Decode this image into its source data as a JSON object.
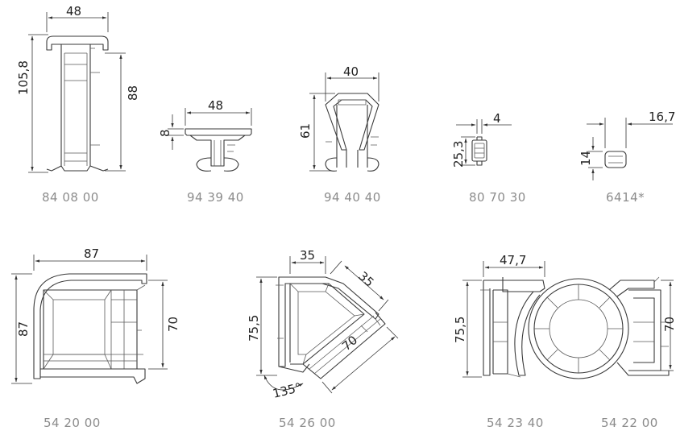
{
  "profiles": [
    {
      "code": "84 08 00",
      "dims": [
        "48",
        "105,8",
        "88"
      ]
    },
    {
      "code": "94 39 40",
      "dims": [
        "48",
        "8"
      ]
    },
    {
      "code": "94 40 40",
      "dims": [
        "40",
        "61"
      ]
    },
    {
      "code": "80 70 30",
      "dims": [
        "4",
        "25,3"
      ]
    },
    {
      "code": "6414*",
      "dims": [
        "16,7",
        "14"
      ]
    },
    {
      "code": "54 20 00",
      "dims": [
        "87",
        "87",
        "70"
      ]
    },
    {
      "code": "54 26 00",
      "dims": [
        "35",
        "35",
        "75,5",
        "70",
        "135°"
      ]
    },
    {
      "code": "54 23 40",
      "dims": [
        "47,7",
        "75,5"
      ]
    },
    {
      "code": "54 22 00",
      "dims": [
        "70"
      ]
    }
  ]
}
